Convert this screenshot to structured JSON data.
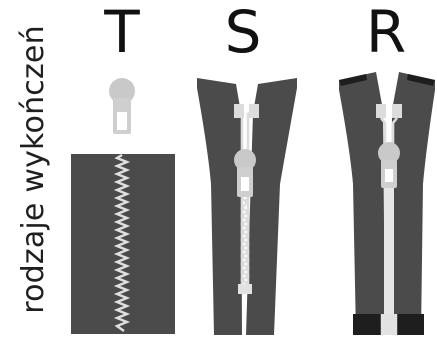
{
  "side_label": "rodzaje wykończeń",
  "types": [
    {
      "letter": "T"
    },
    {
      "letter": "S"
    },
    {
      "letter": "R"
    }
  ],
  "colors": {
    "tape": "#4b4b4b",
    "slider": "#cfcfcf",
    "teeth": "#d8d8d8",
    "stopper": "#1e1e1e",
    "text": "#111111"
  }
}
